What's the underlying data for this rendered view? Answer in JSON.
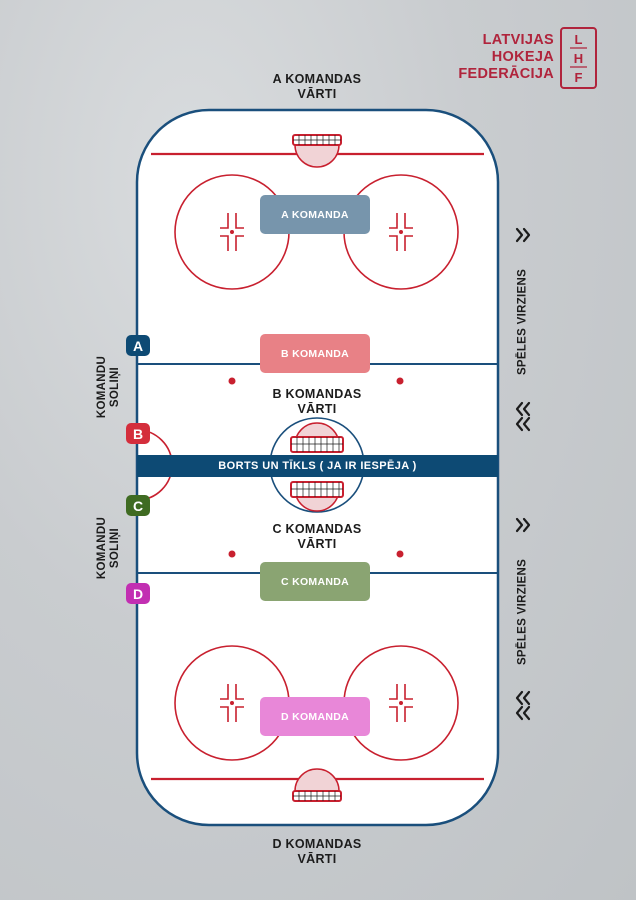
{
  "logo": {
    "line1": "LATVIJAS",
    "line2": "HOKEJA",
    "line3": "FEDERĀCIJA",
    "mark": "L · H · F"
  },
  "goals": {
    "a": {
      "line1": "A KOMANDAS",
      "line2": "VĀRTI"
    },
    "b": {
      "line1": "B KOMANDAS",
      "line2": "VĀRTI"
    },
    "c": {
      "line1": "C KOMANDAS",
      "line2": "VĀRTI"
    },
    "d": {
      "line1": "D KOMANDAS",
      "line2": "VĀRTI"
    }
  },
  "zones": {
    "a": {
      "label": "A KOMANDA",
      "color": "#7795ac"
    },
    "b": {
      "label": "B KOMANDA",
      "color": "#e88186"
    },
    "c": {
      "label": "C KOMANDA",
      "color": "#8aa472"
    },
    "d": {
      "label": "D KOMANDA",
      "color": "#e887d8"
    }
  },
  "divider": {
    "label": "BORTS UN TĪKLS ( JA IR IESPĒJA )",
    "color": "#0d4a74"
  },
  "benches": {
    "a": {
      "letter": "A",
      "color": "#0d4a74"
    },
    "b": {
      "letter": "B",
      "color": "#d42e3c"
    },
    "c": {
      "letter": "C",
      "color": "#3f6b22"
    },
    "d": {
      "letter": "D",
      "color": "#c22fb2"
    },
    "label_line1": "KOMANDU",
    "label_line2": "SOLIŅI"
  },
  "direction": {
    "label": "SPĒLES VIRZIENS"
  },
  "icons": {
    "chevron": "chevron-icon",
    "crosshair": "faceoff-crosshair-icon",
    "net": "goal-net-icon"
  },
  "colors": {
    "red_line": "#c8202f",
    "blue_line": "#1a4f7c",
    "board": "#1a4f7c",
    "ice": "#ffffff"
  }
}
